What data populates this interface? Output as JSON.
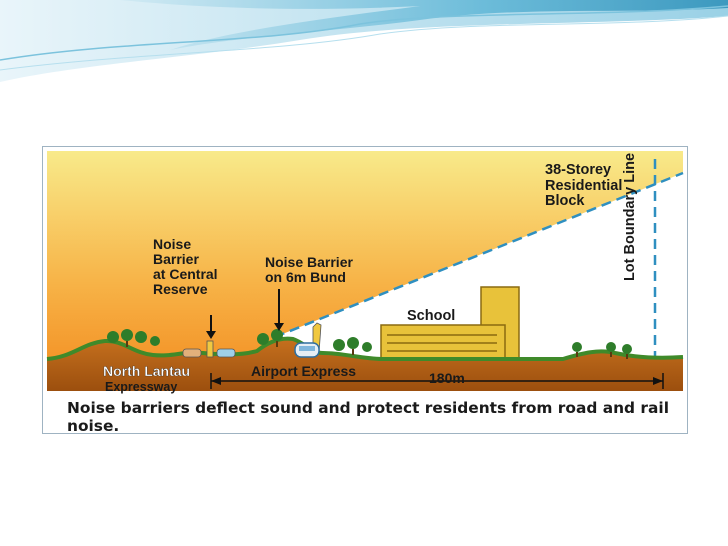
{
  "diagram": {
    "labels": {
      "noise_barrier_central": "Noise\nBarrier\nat Central\nReserve",
      "noise_barrier_bund": "Noise Barrier\non 6m Bund",
      "residential_block": "38-Storey\nResidential\nBlock",
      "school": "School",
      "lot_boundary": "Lot Boundary Line",
      "north_lantau": "North Lantau",
      "expressway": "Expressway",
      "airport_express": "Airport Express",
      "distance": "180m"
    },
    "caption": "Noise barriers deflect sound and protect residents from road and rail noise."
  }
}
